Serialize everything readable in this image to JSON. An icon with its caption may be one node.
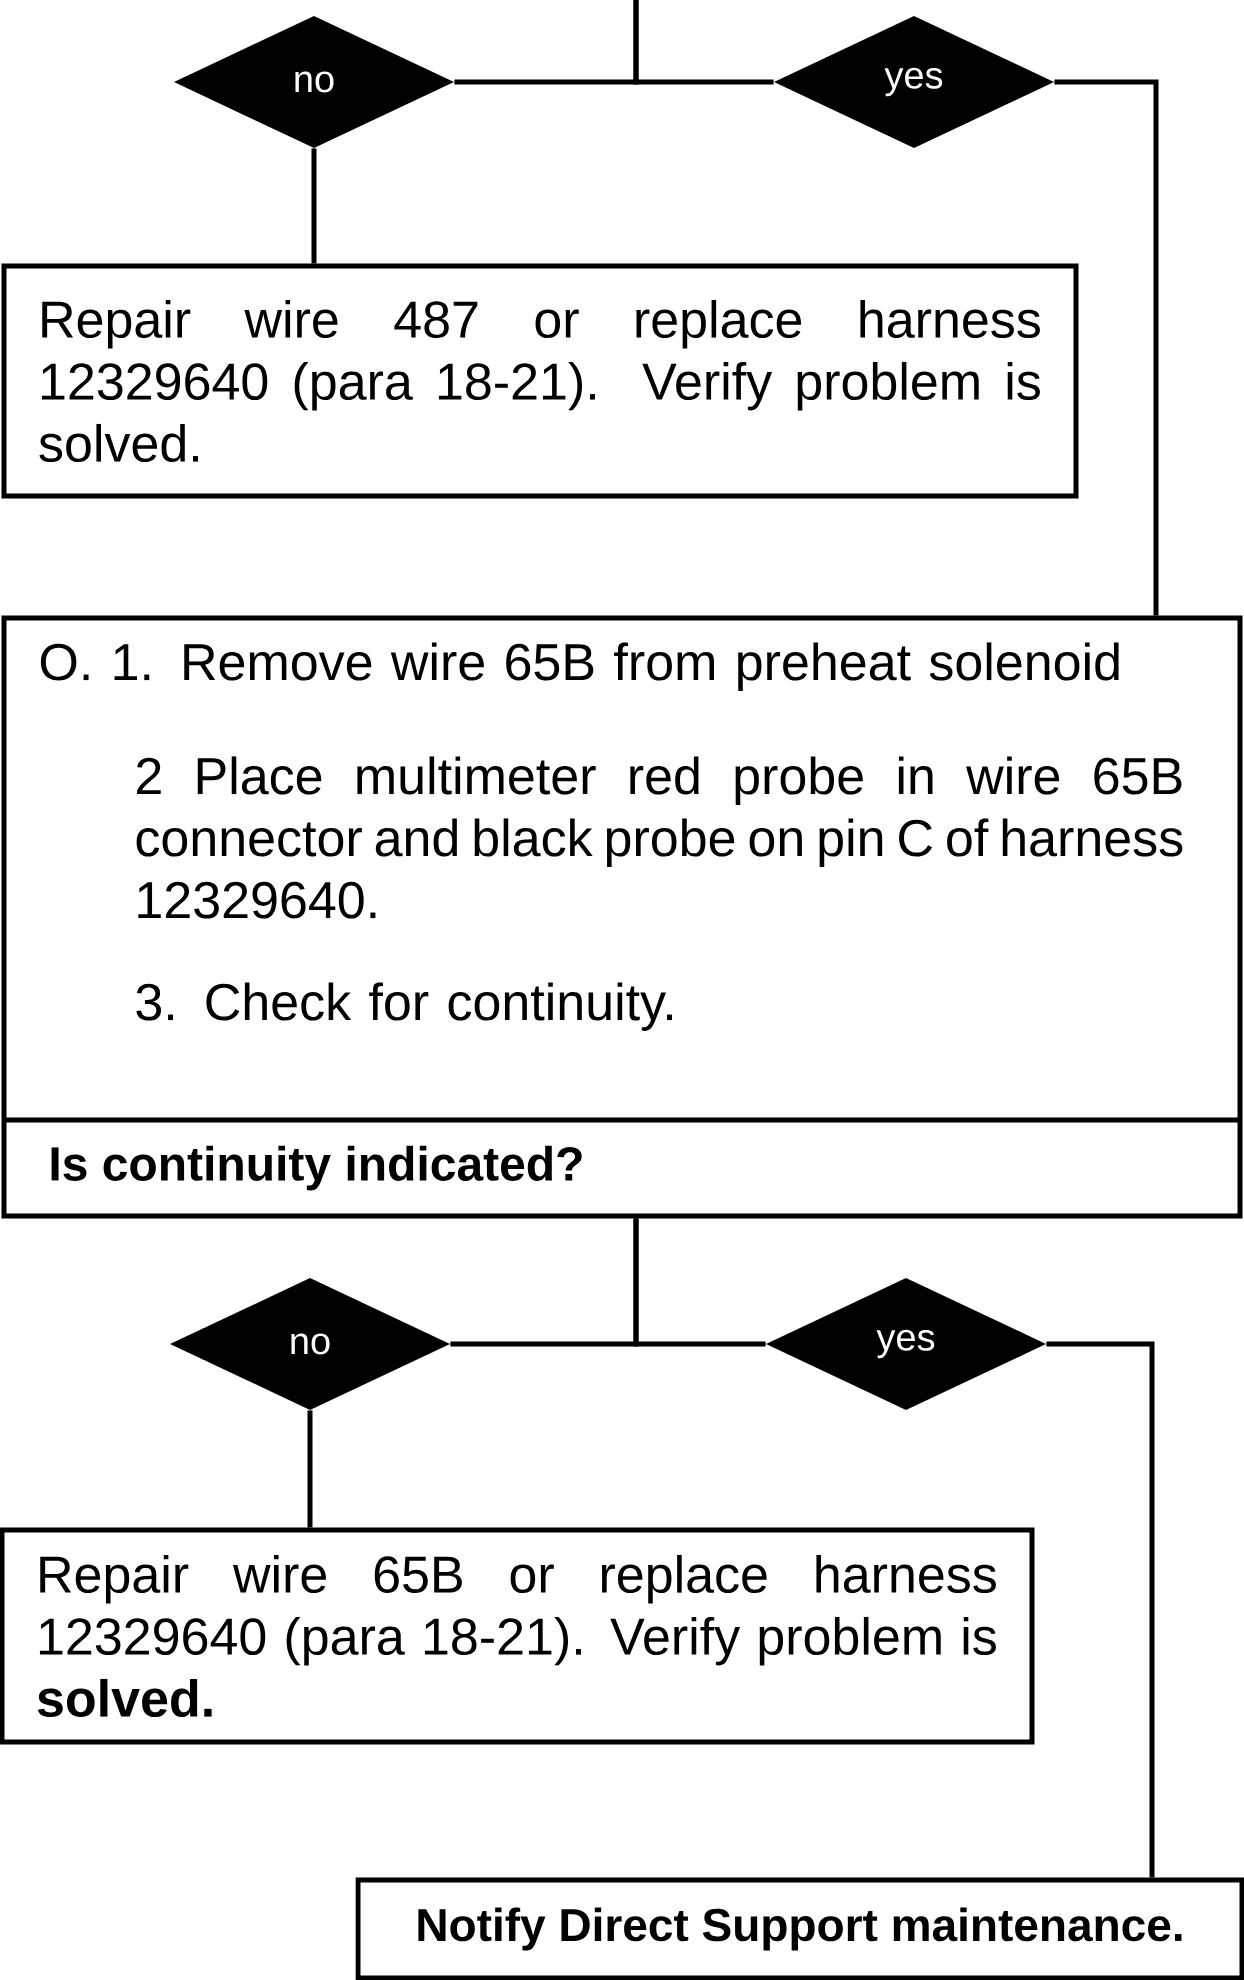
{
  "diagram": {
    "nodes": [
      {
        "text": [
          "no"
        ]
      },
      {
        "text": [
          "yes"
        ]
      },
      {
        "text": [
          "Repair wire 487 or replace harness 12329640 (para 18-21). Verify problem is solved."
        ]
      },
      {
        "text": [
          "O. 1. Remove wire 65B from preheat solenoid",
          "2 Place multimeter red probe in wire 65B connector and black probe on pin C of harness 12329640.",
          "3. Check for continuity.",
          "Is continuity indicated?"
        ]
      },
      {
        "text": [
          "no"
        ]
      },
      {
        "text": [
          "yes"
        ]
      },
      {
        "text": [
          "Repair wire 65B or replace harness 12329640 (para 18-21). Verify problem is **solved.**"
        ]
      },
      {
        "text": [
          "Notify Direct Support maintenance."
        ]
      }
    ],
    "edges": [
      {
        "from": null,
        "to": 0,
        "arrow": "none"
      },
      {
        "from": null,
        "to": 1,
        "arrow": "none"
      },
      {
        "from": 0,
        "to": 2,
        "arrow": "none"
      },
      {
        "from": 1,
        "to": 3,
        "arrow": "none"
      },
      {
        "from": 3,
        "to": 4,
        "arrow": "none"
      },
      {
        "from": 3,
        "to": 5,
        "arrow": "none"
      },
      {
        "from": 4,
        "to": 6,
        "arrow": "none"
      },
      {
        "from": 5,
        "to": 7,
        "arrow": "none"
      }
    ]
  }
}
